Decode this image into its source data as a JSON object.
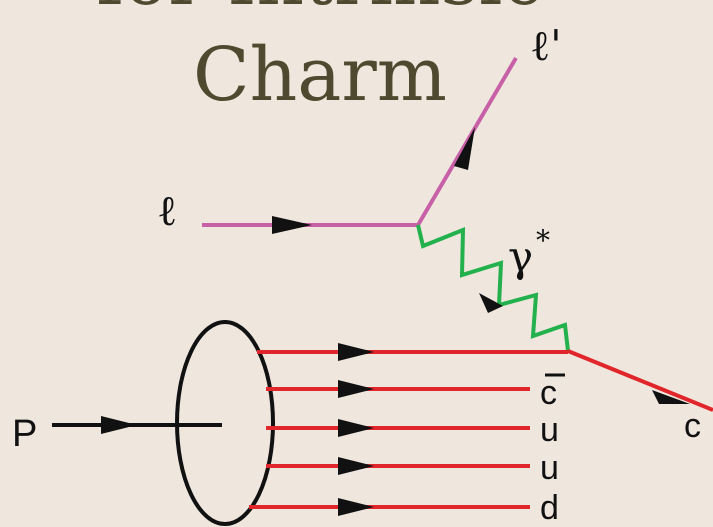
{
  "title": {
    "line1": "for Intrinsic",
    "line2": "Charm"
  },
  "labels": {
    "incoming_lepton": "ℓ",
    "outgoing_lepton": "ℓ'",
    "photon": "γ",
    "photon_star": "*",
    "proton": "P",
    "outgoing_charm": "c",
    "quark_cbar": "c",
    "quark_u1": "u",
    "quark_u2": "u",
    "quark_d": "d"
  },
  "colors": {
    "background": "#efe7de",
    "title": "#4f4a2f",
    "lepton_line": "#c860a8",
    "photon_line": "#22b14c",
    "quark_line": "#e0262b",
    "proton_line": "#111111"
  }
}
